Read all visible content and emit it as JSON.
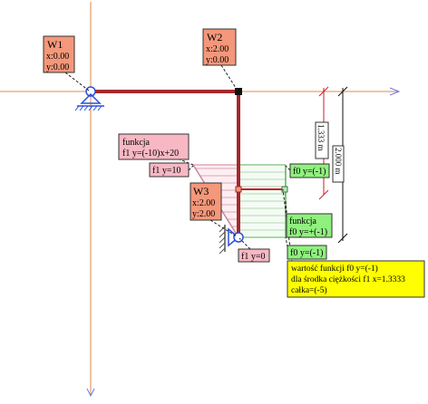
{
  "nodes": {
    "w1": {
      "name": "W1",
      "x": "x:0.00",
      "y": "y:0.00"
    },
    "w2": {
      "name": "W2",
      "x": "x:2.00",
      "y": "y:0.00"
    },
    "w3": {
      "name": "W3",
      "x": "x:2.00",
      "y": "y:2.00"
    }
  },
  "f1": {
    "title": "funkcja",
    "formula": "f1 y=(-10)x+20",
    "value_top": "f1 y=10",
    "value_bottom": "f1 y=0"
  },
  "f0": {
    "title": "funkcja",
    "formula": "f0 y=+(-1)",
    "value_top": "f0 y=(-1)",
    "value_bottom": "f0 y=(-1)"
  },
  "dimensions": {
    "short": "1.333 m",
    "long": "2.000 m"
  },
  "result": {
    "line1": "wartość funkcji f0 y=(-1)",
    "line2": "dla środka ciężkości f1 x=1.3333",
    "line3": "całka=(-5)"
  },
  "colors": {
    "axis": "#e0894a",
    "axis_arrow": "#6b7ee0",
    "frame": "#a5282c",
    "node_label_bg": "#f4977a",
    "f1_label_bg": "#f7b8c4",
    "f0_label_bg": "#90f07e",
    "result_bg": "#ffff00",
    "dimension": "#c0202a",
    "support": "#2b4fd8"
  }
}
